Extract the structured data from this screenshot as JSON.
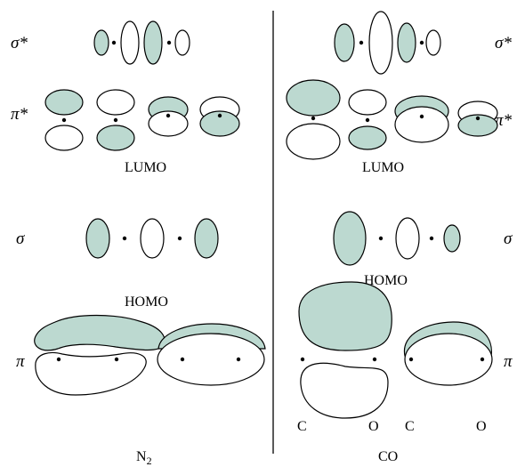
{
  "left_panel": {
    "labels": {
      "sigma_star": "σ*",
      "pi_star": "π*",
      "lumo": "LUMO",
      "sigma": "σ",
      "homo": "HOMO",
      "pi": "π"
    },
    "molecule": {
      "base": "N",
      "subscript": "2"
    }
  },
  "right_panel": {
    "labels": {
      "sigma_star": "σ*",
      "pi_star": "π*",
      "lumo": "LUMO",
      "sigma": "σ",
      "homo": "HOMO",
      "pi": "π"
    },
    "atoms": {
      "c1": "C",
      "o1": "O",
      "c2": "C",
      "o2": "O"
    },
    "molecule": "CO"
  },
  "colors": {
    "lobe_fill": "#bcd9d0",
    "lobe_empty": "#ffffff",
    "line": "#000000"
  }
}
